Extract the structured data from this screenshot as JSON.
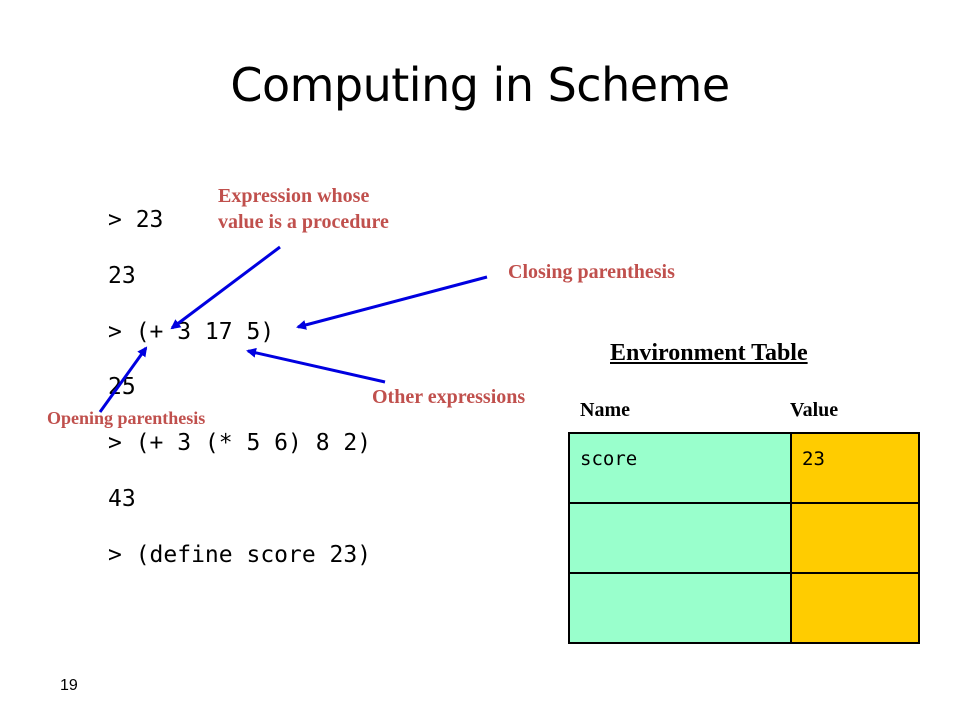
{
  "slide": {
    "title": "Computing in Scheme",
    "number": "19"
  },
  "code_lines": [
    "> 23",
    "23",
    "> (+ 3 17 5)",
    "25",
    "> (+ 3 (* 5 6) 8 2)",
    "43",
    "> (define score 23)"
  ],
  "annotations": {
    "procedure_expr_line1": "Expression whose",
    "procedure_expr_line2": "value is a procedure",
    "closing_paren": "Closing parenthesis",
    "other_exprs": "Other expressions",
    "opening_paren": "Opening parenthesis"
  },
  "environment": {
    "title": "Environment Table",
    "name_header": "Name",
    "value_header": "Value",
    "rows": [
      {
        "name": "score",
        "value": "23"
      },
      {
        "name": "",
        "value": ""
      },
      {
        "name": "",
        "value": ""
      }
    ]
  },
  "colors": {
    "annotation_text": "#c0504d",
    "arrow": "#0000e0",
    "name_cell": "#99ffcc",
    "value_cell": "#ffcc00"
  }
}
